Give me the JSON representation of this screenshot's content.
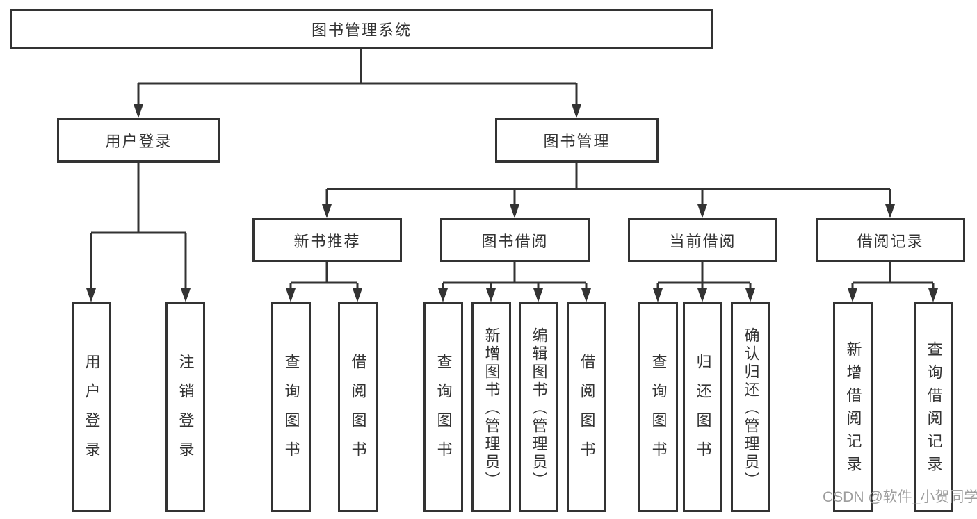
{
  "colors": {
    "line": "#333333",
    "text": "#333333",
    "watermark": "#9d9d9d",
    "background": "#ffffff"
  },
  "root": {
    "label": "图书管理系统"
  },
  "branches": {
    "user_login": {
      "label": "用户登录",
      "children": [
        "用户登录",
        "注销登录"
      ]
    },
    "book_management": {
      "label": "图书管理",
      "groups": {
        "new_books": {
          "label": "新书推荐",
          "children": [
            "查询图书",
            "借阅图书"
          ]
        },
        "book_borrow": {
          "label": "图书借阅",
          "children": [
            "查询图书",
            "新增图书（管理员）",
            "编辑图书（管理员）",
            "借阅图书"
          ]
        },
        "current_borrow": {
          "label": "当前借阅",
          "children": [
            "查询图书",
            "归还图书",
            "确认归还（管理员）"
          ]
        },
        "borrow_records": {
          "label": "借阅记录",
          "children": [
            "新增借阅记录",
            "查询借阅记录"
          ]
        }
      }
    }
  },
  "watermark": "CSDN @软件_小贺同学"
}
